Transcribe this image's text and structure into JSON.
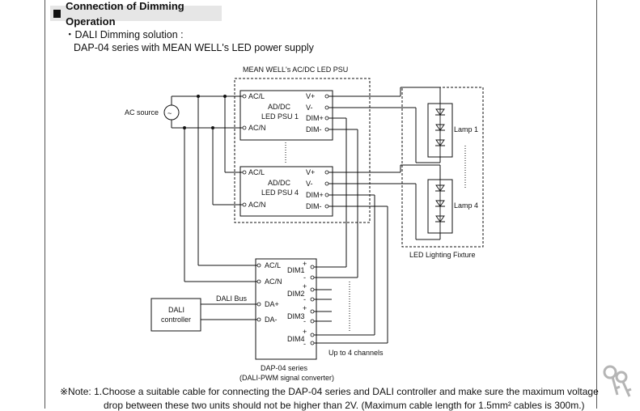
{
  "section": {
    "title": "Connection of Dimming Operation"
  },
  "intro": {
    "bullet": "DALI Dimming solution :",
    "subline": "DAP-04 series with MEAN WELL's LED power supply"
  },
  "diagram": {
    "psu_group_label": "MEAN WELL's  AC/DC LED PSU",
    "ac_source": "AC source",
    "ac_symbol": "~",
    "psu1": {
      "label1": "AD/DC",
      "label2": "LED PSU 1",
      "in1": "AC/L",
      "in2": "AC/N",
      "o1": "V+",
      "o2": "V-",
      "o3": "DIM+",
      "o4": "DIM-"
    },
    "psu4": {
      "label1": "AD/DC",
      "label2": "LED PSU 4",
      "in1": "AC/L",
      "in2": "AC/N",
      "o1": "V+",
      "o2": "V-",
      "o3": "DIM+",
      "o4": "DIM-"
    },
    "lamp1": "Lamp 1",
    "lamp4": "Lamp 4",
    "fixture": "LED Lighting Fixture",
    "dap": {
      "in1": "AC/L",
      "in2": "AC/N",
      "in3": "DA+",
      "in4": "DA-",
      "dim1": "DIM1",
      "dim2": "DIM2",
      "dim3": "DIM3",
      "dim4": "DIM4",
      "plus": "+",
      "minus": "-",
      "name_main": "DAP-04 series",
      "name_sub": "(DALI-PWM signal converter)"
    },
    "dali_bus": "DALI Bus",
    "controller1": "DALI",
    "controller2": "controller",
    "channels": "Up to 4 channels"
  },
  "notes": {
    "line1": "※Note: 1.Choose a suitable cable for connecting the DAP-04 series and DALI controller and make sure the maximum voltage",
    "line2": "drop between these two units should not be higher than 2V. (Maximum cable length for 1.5mm² cables is 300m.)"
  }
}
